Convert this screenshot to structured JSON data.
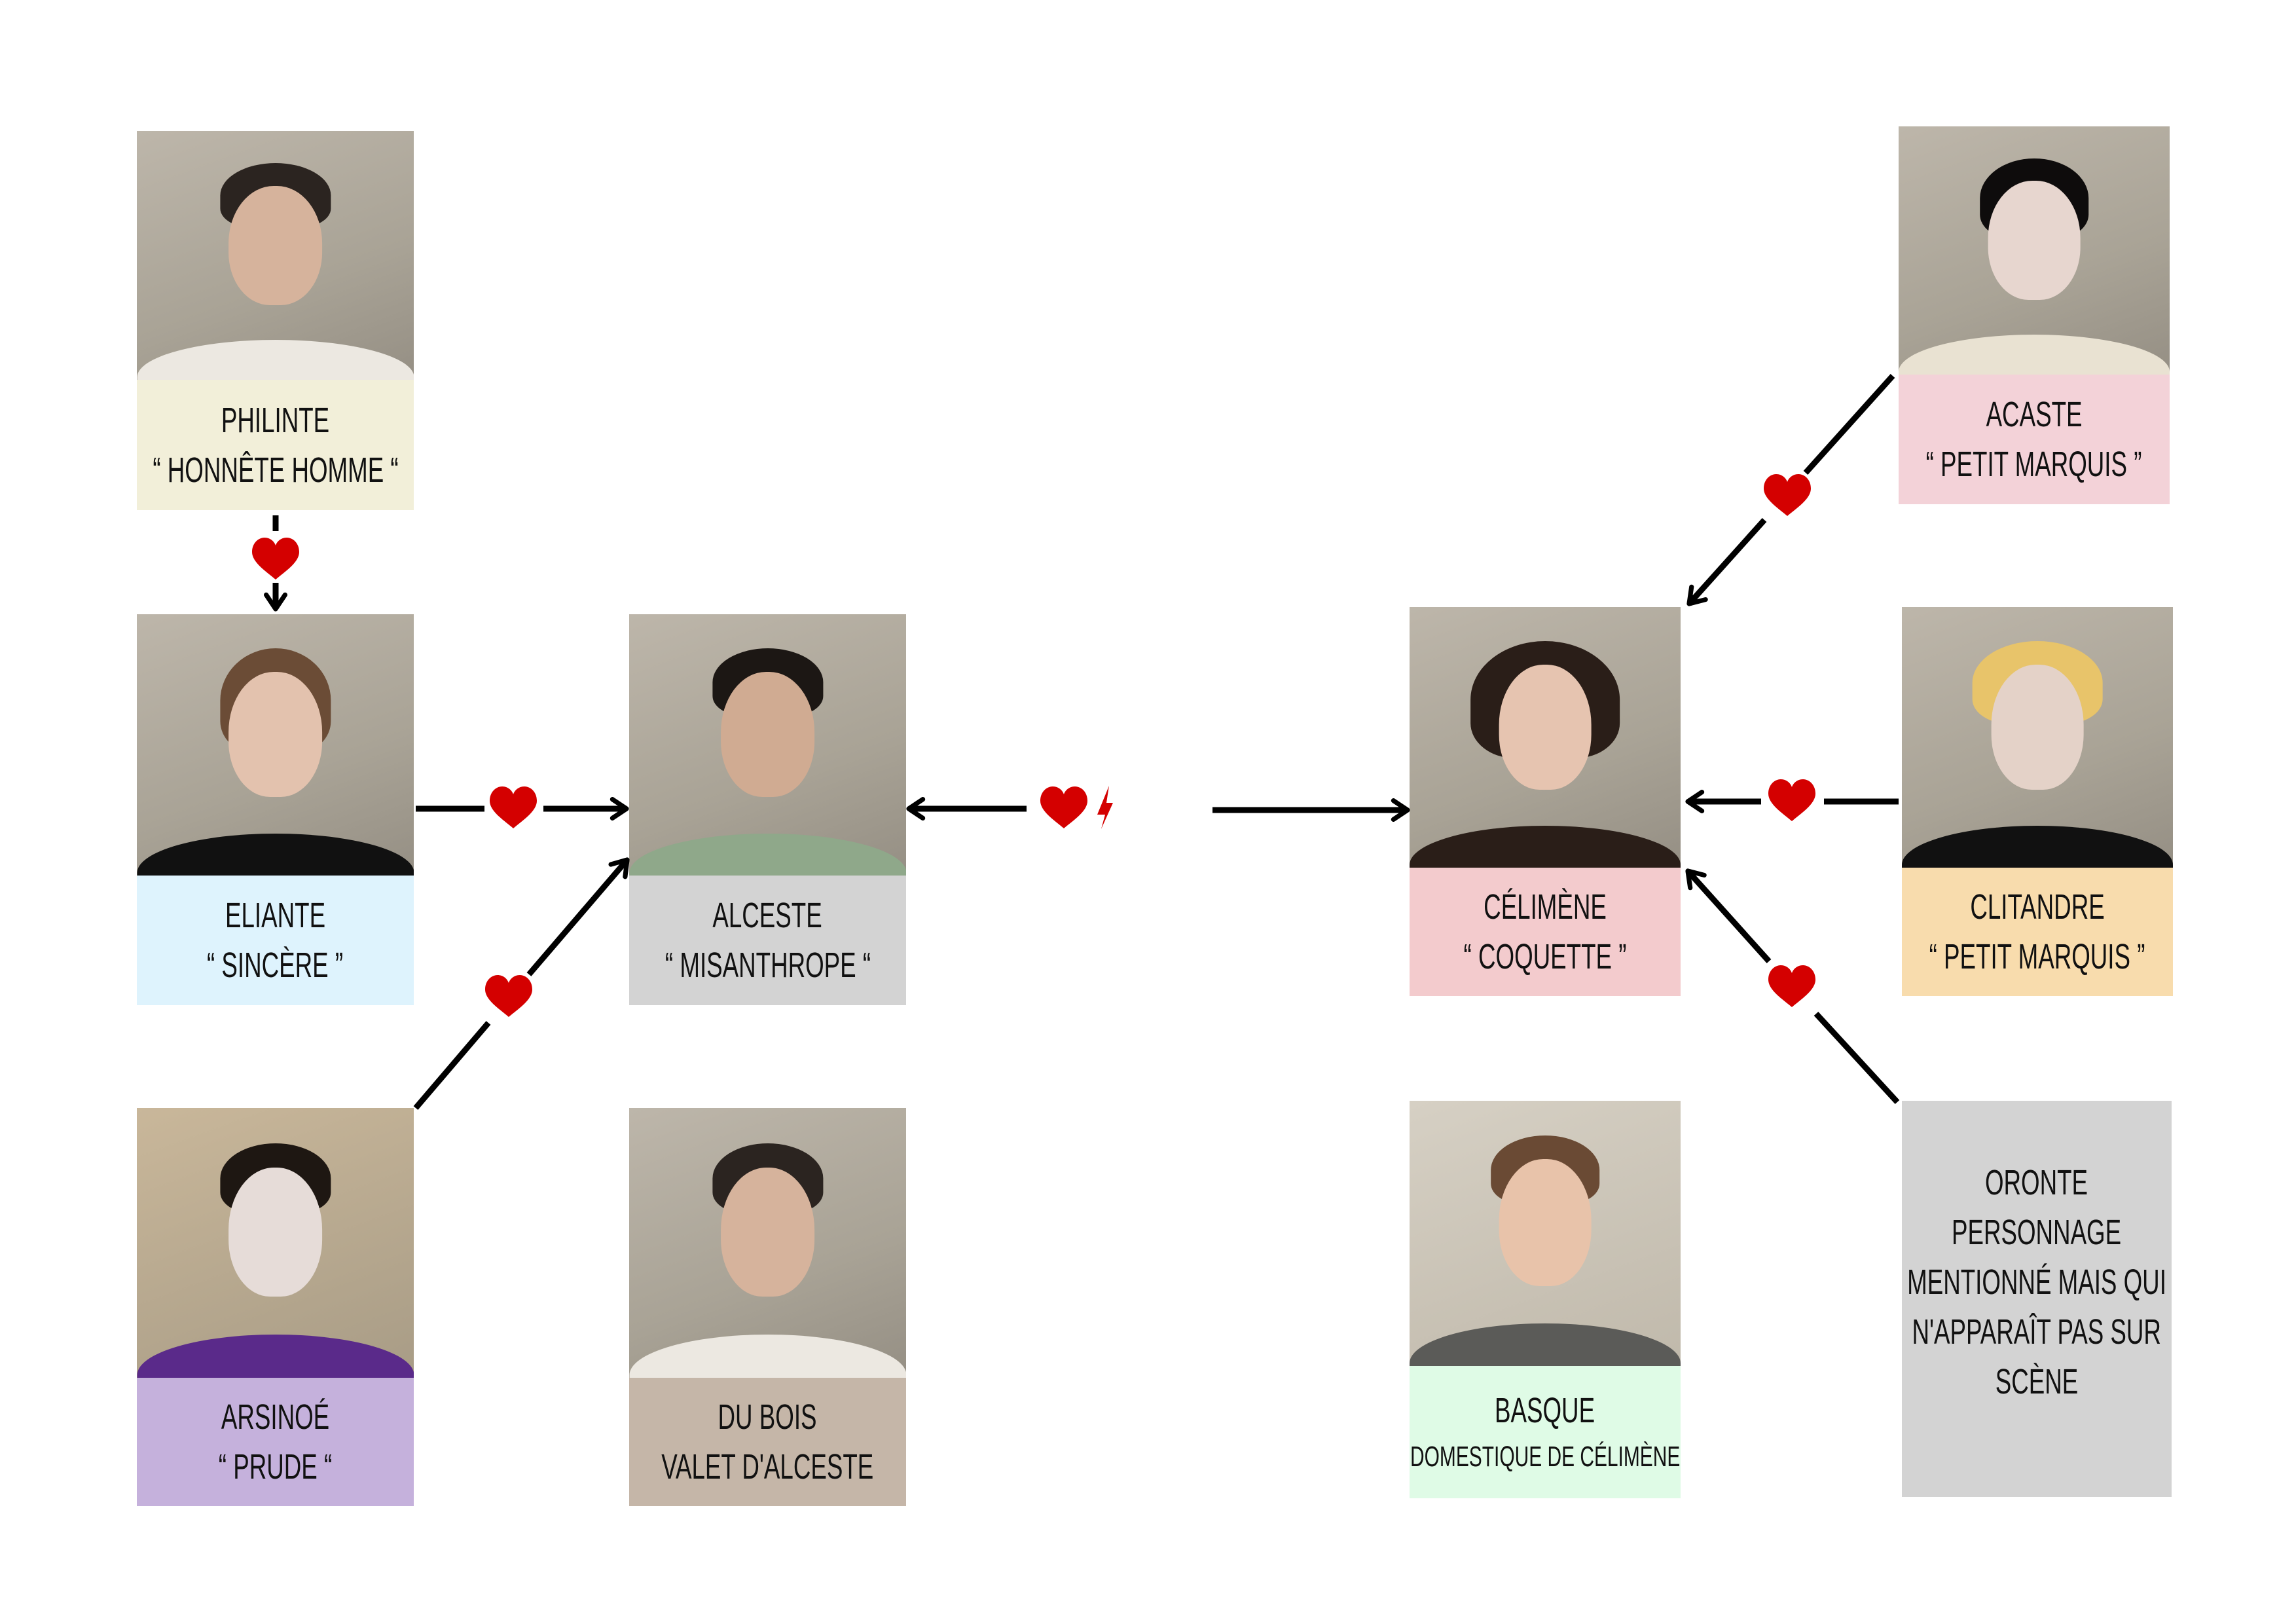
{
  "characters": {
    "philinte": {
      "name": "PHILINTE",
      "role": "“ HONNÊTE HOMME “",
      "color": "#f2efd9"
    },
    "eliante": {
      "name": "ELIANTE",
      "role": "“ SINCÈRE ”",
      "color": "#def3fd"
    },
    "alceste": {
      "name": "ALCESTE",
      "role": "“ MISANTHROPE “",
      "color": "#d3d3d3"
    },
    "arsinoe": {
      "name": "ARSINOÉ",
      "role": "“ PRUDE “",
      "color": "#c5b1dc"
    },
    "dubois": {
      "name": "DU BOIS",
      "role": "VALET D'ALCESTE",
      "color": "#c5b6a8"
    },
    "acaste": {
      "name": "ACASTE",
      "role": "“ PETIT MARQUIS ”",
      "color": "#f3d2d8"
    },
    "celimene": {
      "name": "CÉLIMÈNE",
      "role": "“ COQUETTE ”",
      "color": "#f3cbcd"
    },
    "clitandre": {
      "name": "CLITANDRE",
      "role": "“ PETIT MARQUIS ”",
      "color": "#f8dcad"
    },
    "basque": {
      "name": "BASQUE",
      "role": "DOMESTIQUE DE CÉLIMÈNE",
      "color": "#dffbe6"
    },
    "oronte": {
      "name": "ORONTE",
      "lines": [
        "PERSONNAGE",
        "MENTIONNÉ MAIS QUI",
        "N'APPARAÎT PAS SUR",
        "SCÈNE"
      ],
      "color": "#d3d3d3"
    }
  },
  "relations": [
    {
      "from": "philinte",
      "to": "eliante",
      "type": "love",
      "style": "dashed"
    },
    {
      "from": "eliante",
      "to": "alceste",
      "type": "love"
    },
    {
      "from": "arsinoe",
      "to": "alceste",
      "type": "love"
    },
    {
      "from": "alceste",
      "to": "celimene",
      "type": "love-conflict",
      "bidirectional": true
    },
    {
      "from": "acaste",
      "to": "celimene",
      "type": "love"
    },
    {
      "from": "clitandre",
      "to": "celimene",
      "type": "love"
    },
    {
      "from": "oronte",
      "to": "celimene",
      "type": "love"
    }
  ],
  "colors": {
    "heart": "#d40000",
    "arrow": "#000000"
  }
}
